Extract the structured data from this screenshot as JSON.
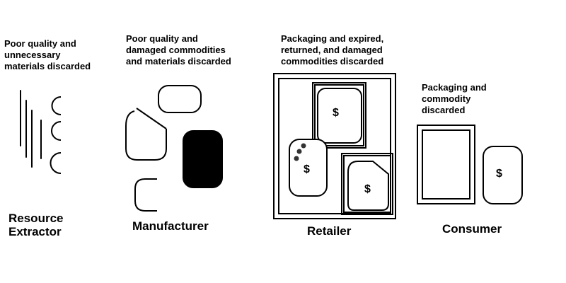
{
  "stages": [
    {
      "id": "resource-extractor",
      "label": "Resource\nExtractor",
      "caption": "Poor quality and\nunnecessary\nmaterials discarded"
    },
    {
      "id": "manufacturer",
      "label": "Manufacturer",
      "caption": "Poor quality and\ndamaged commodities\nand materials discarded"
    },
    {
      "id": "retailer",
      "label": "Retailer",
      "caption": "Packaging and expired,\nreturned, and damaged\ncommodities discarded"
    },
    {
      "id": "consumer",
      "label": "Consumer",
      "caption": "Packaging and\ncommodity\ndiscarded"
    }
  ],
  "currency_symbol": "$",
  "colors": {
    "ink": "#000000",
    "background": "#ffffff"
  }
}
